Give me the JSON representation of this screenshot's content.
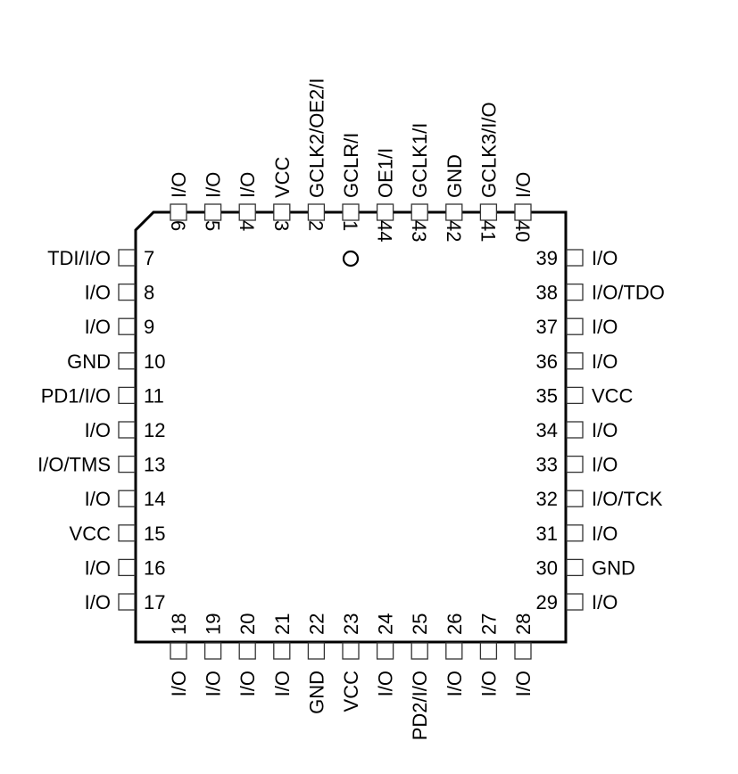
{
  "package": {
    "type": "44-pin PLCC/TQFP pinout",
    "pin1_marker": "circle"
  },
  "pins": {
    "top": [
      {
        "num": "6",
        "name": "I/O"
      },
      {
        "num": "5",
        "name": "I/O"
      },
      {
        "num": "4",
        "name": "I/O"
      },
      {
        "num": "3",
        "name": "VCC"
      },
      {
        "num": "2",
        "name": "GCLK2/OE2/I"
      },
      {
        "num": "1",
        "name": "GCLR/I"
      },
      {
        "num": "44",
        "name": "OE1/I"
      },
      {
        "num": "43",
        "name": "GCLK1/I"
      },
      {
        "num": "42",
        "name": "GND"
      },
      {
        "num": "41",
        "name": "GCLK3/I/O"
      },
      {
        "num": "40",
        "name": "I/O"
      }
    ],
    "left": [
      {
        "num": "7",
        "name": "TDI/I/O"
      },
      {
        "num": "8",
        "name": "I/O"
      },
      {
        "num": "9",
        "name": "I/O"
      },
      {
        "num": "10",
        "name": "GND"
      },
      {
        "num": "11",
        "name": "PD1/I/O"
      },
      {
        "num": "12",
        "name": "I/O"
      },
      {
        "num": "13",
        "name": "I/O/TMS"
      },
      {
        "num": "14",
        "name": "I/O"
      },
      {
        "num": "15",
        "name": "VCC"
      },
      {
        "num": "16",
        "name": "I/O"
      },
      {
        "num": "17",
        "name": "I/O"
      }
    ],
    "right": [
      {
        "num": "39",
        "name": "I/O"
      },
      {
        "num": "38",
        "name": "I/O/TDO"
      },
      {
        "num": "37",
        "name": "I/O"
      },
      {
        "num": "36",
        "name": "I/O"
      },
      {
        "num": "35",
        "name": "VCC"
      },
      {
        "num": "34",
        "name": "I/O"
      },
      {
        "num": "33",
        "name": "I/O"
      },
      {
        "num": "32",
        "name": "I/O/TCK"
      },
      {
        "num": "31",
        "name": "I/O"
      },
      {
        "num": "30",
        "name": "GND"
      },
      {
        "num": "29",
        "name": "I/O"
      }
    ],
    "bottom": [
      {
        "num": "18",
        "name": "I/O"
      },
      {
        "num": "19",
        "name": "I/O"
      },
      {
        "num": "20",
        "name": "I/O"
      },
      {
        "num": "21",
        "name": "I/O"
      },
      {
        "num": "22",
        "name": "GND"
      },
      {
        "num": "23",
        "name": "VCC"
      },
      {
        "num": "24",
        "name": "I/O"
      },
      {
        "num": "25",
        "name": "PD2/I/O"
      },
      {
        "num": "26",
        "name": "I/O"
      },
      {
        "num": "27",
        "name": "I/O"
      },
      {
        "num": "28",
        "name": "I/O"
      }
    ]
  }
}
